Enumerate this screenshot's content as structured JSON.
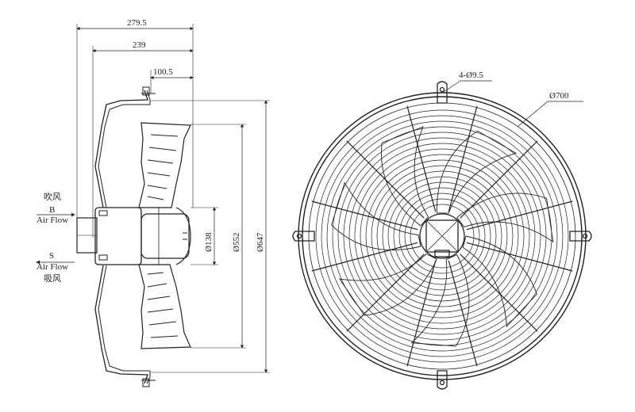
{
  "side_view": {
    "dims": {
      "overall_depth": "279.5",
      "guard_depth": "239",
      "flange_offset": "100.5",
      "hub_diameter": "Ø138",
      "blade_diameter": "Ø552",
      "guard_outer_diameter": "Ø647"
    },
    "airflow_blow": {
      "cn": "吹风",
      "letter": "B",
      "en": "Air Flow"
    },
    "airflow_suck": {
      "cn": "吸风",
      "letter": "S",
      "en": "Air Flow"
    }
  },
  "front_view": {
    "mount_holes": "4-Ø9.5",
    "guard_diameter": "Ø700"
  },
  "colors": {
    "line": "#222222",
    "background": "#ffffff"
  }
}
